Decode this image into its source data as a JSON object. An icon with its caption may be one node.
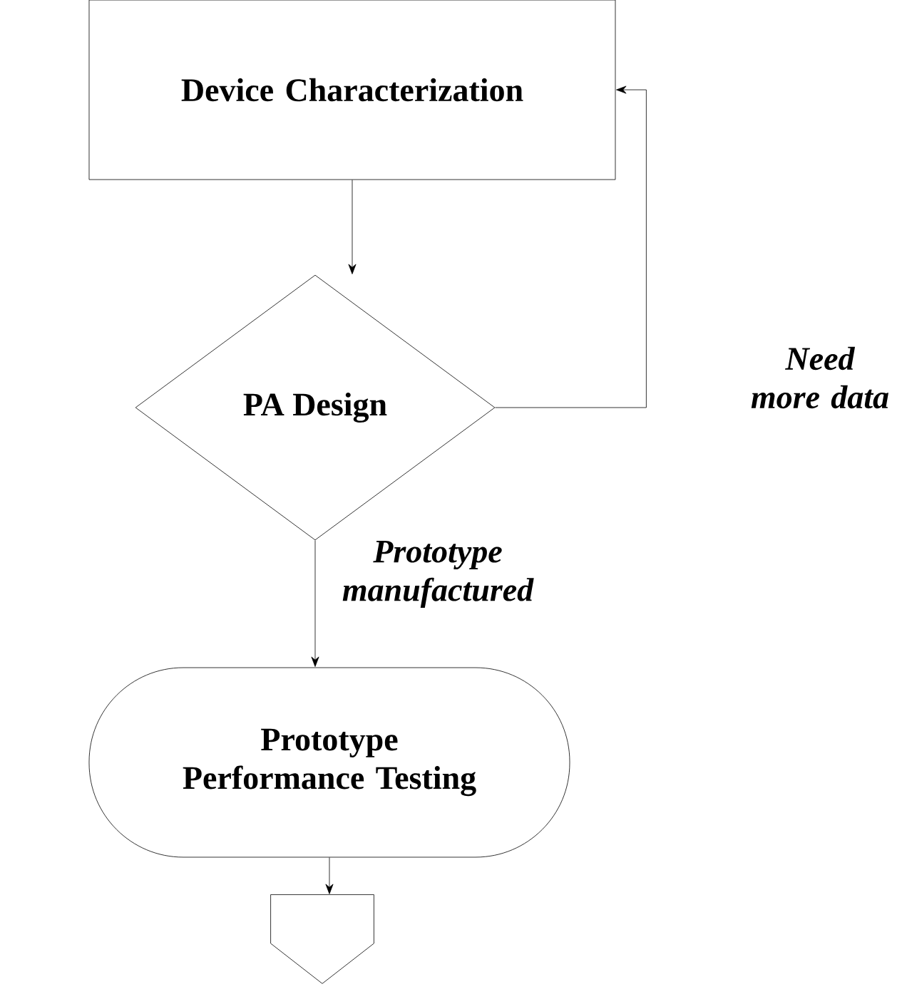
{
  "diagram": {
    "nodes": [
      {
        "text": [
          "Device Characterization"
        ]
      },
      {
        "text": [
          "PA Design"
        ]
      },
      {
        "text": [
          "Prototype Performance Testing"
        ]
      },
      {
        "text": [],
        "shape": "pentagon"
      }
    ],
    "edges": [
      {
        "from": 0,
        "to": 1,
        "arrow": "to"
      },
      {
        "from": 1,
        "to": 0,
        "arrow": "to",
        "label": "Need more data"
      },
      {
        "from": 1,
        "to": 2,
        "arrow": "to",
        "label": "Prototype manufactured"
      },
      {
        "from": 2,
        "to": 3,
        "arrow": "to"
      }
    ]
  }
}
